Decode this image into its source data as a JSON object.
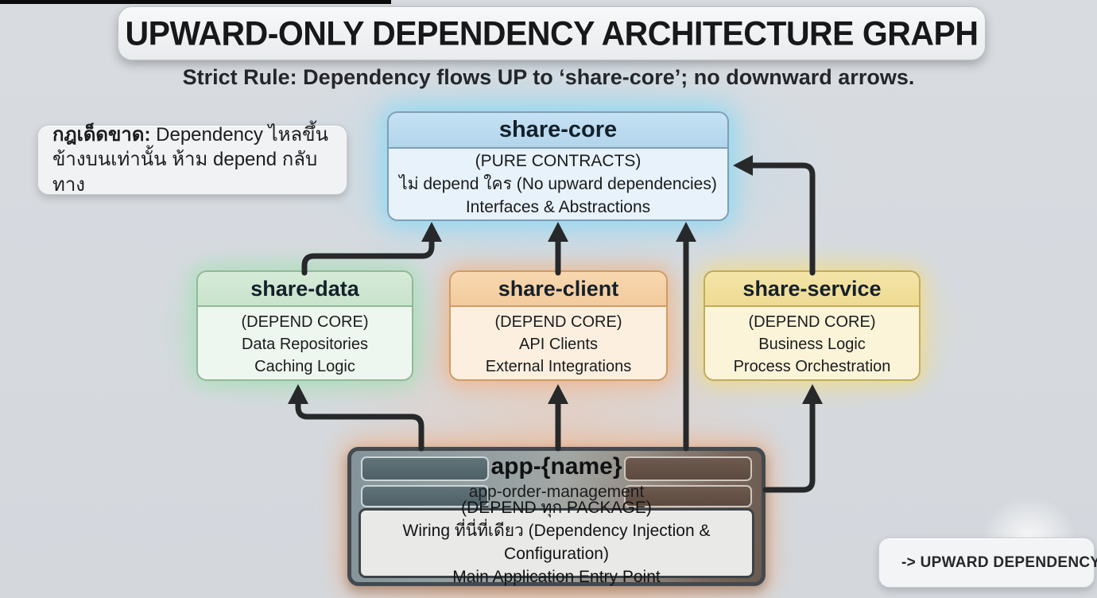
{
  "title": "UPWARD-ONLY DEPENDENCY ARCHITECTURE GRAPH",
  "subtitle": "Strict Rule: Dependency flows UP to ‘share-core’; no downward arrows.",
  "note": {
    "prefix": "กฎเด็ดขาด:",
    "line1_rest": " Dependency ไหลขึ้น",
    "line2": "ข้างบนเท่านั้น ห้าม depend กลับทาง"
  },
  "nodes": {
    "share_core": {
      "title": "share-core",
      "lines": [
        "(PURE CONTRACTS)",
        "ไม่ depend ใคร (No upward dependencies)",
        "Interfaces & Abstractions"
      ],
      "header_color": "#bcd9ec",
      "body_color": "#e7f2fa",
      "border_color": "#7f9eb5",
      "glow_color": "#7dd8f7"
    },
    "share_data": {
      "title": "share-data",
      "lines": [
        "(DEPEND CORE)",
        "Data Repositories",
        "Caching Logic"
      ],
      "header_color": "#cfe7d2",
      "body_color": "#eef7ef",
      "border_color": "#93b898",
      "glow_color": "#8ce1a0"
    },
    "share_client": {
      "title": "share-client",
      "lines": [
        "(DEPEND CORE)",
        "API Clients",
        "External Integrations"
      ],
      "header_color": "#f5d0a6",
      "body_color": "#fcefdf",
      "border_color": "#cf9c64",
      "glow_color": "#ffa05a"
    },
    "share_service": {
      "title": "share-service",
      "lines": [
        "(DEPEND CORE)",
        "Business Logic",
        "Process Orchestration"
      ],
      "header_color": "#f0df9d",
      "body_color": "#fbf4d9",
      "border_color": "#c0ab58",
      "glow_color": "#fadc64"
    },
    "app": {
      "title": "app-{name}",
      "subtitle": "app-order-management",
      "lines": [
        "(DEPEND ทุก PACKAGE)",
        "Wiring ที่นี่ที่เดียว (Dependency Injection & Configuration)",
        "Main Application Entry Point"
      ]
    }
  },
  "edges": [
    {
      "from": "share-data",
      "to": "share-core"
    },
    {
      "from": "share-client",
      "to": "share-core"
    },
    {
      "from": "app-{name}",
      "to": "share-core"
    },
    {
      "from": "share-service",
      "to": "share-core"
    },
    {
      "from": "app-{name}",
      "to": "share-data"
    },
    {
      "from": "app-{name}",
      "to": "share-client"
    },
    {
      "from": "app-{name}",
      "to": "share-service"
    }
  ],
  "legend": {
    "icon": "up-arrow-icon",
    "label": "-> UPWARD DEPENDENCY"
  },
  "colors": {
    "arrow": "#26282a",
    "background": "#d6dade"
  }
}
